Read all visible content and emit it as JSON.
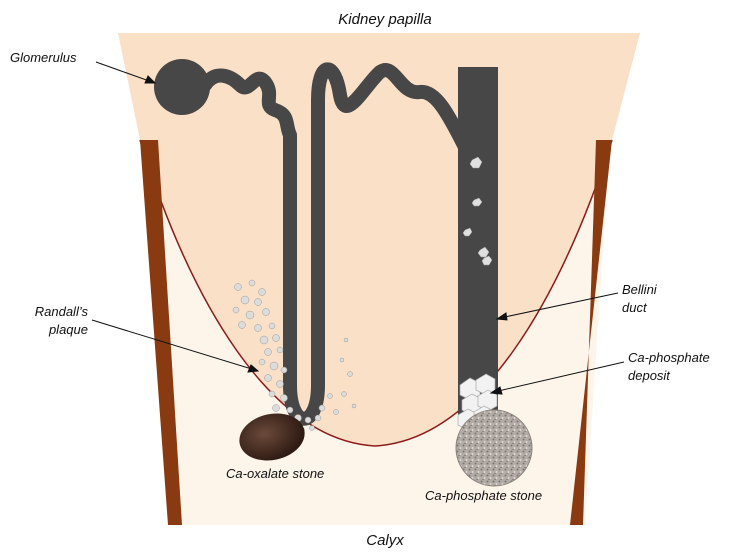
{
  "labels": {
    "top": "Kidney papilla",
    "bottom": "Calyx",
    "glomerulus": "Glomerulus",
    "randall_line1": "Randall’s",
    "randall_line2": "plaque",
    "bellini_line1": "Bellini",
    "bellini_line2": "duct",
    "caphos_deposit_line1": "Ca-phosphate",
    "caphos_deposit_line2": "deposit",
    "caox_stone": "Ca-oxalate stone",
    "caphos_stone": "Ca-phosphate stone"
  },
  "colors": {
    "papilla_fill": "#fbe0c8",
    "calyx_fill": "#fdf5ea",
    "calyx_wall": "#8a3a10",
    "papilla_outline": "#8b1a1a",
    "tubule": "#474747",
    "crystal": "#d8d8d8",
    "oxalate_stone": "#4a2e22",
    "phosphate_stone": "#a8a09a"
  }
}
